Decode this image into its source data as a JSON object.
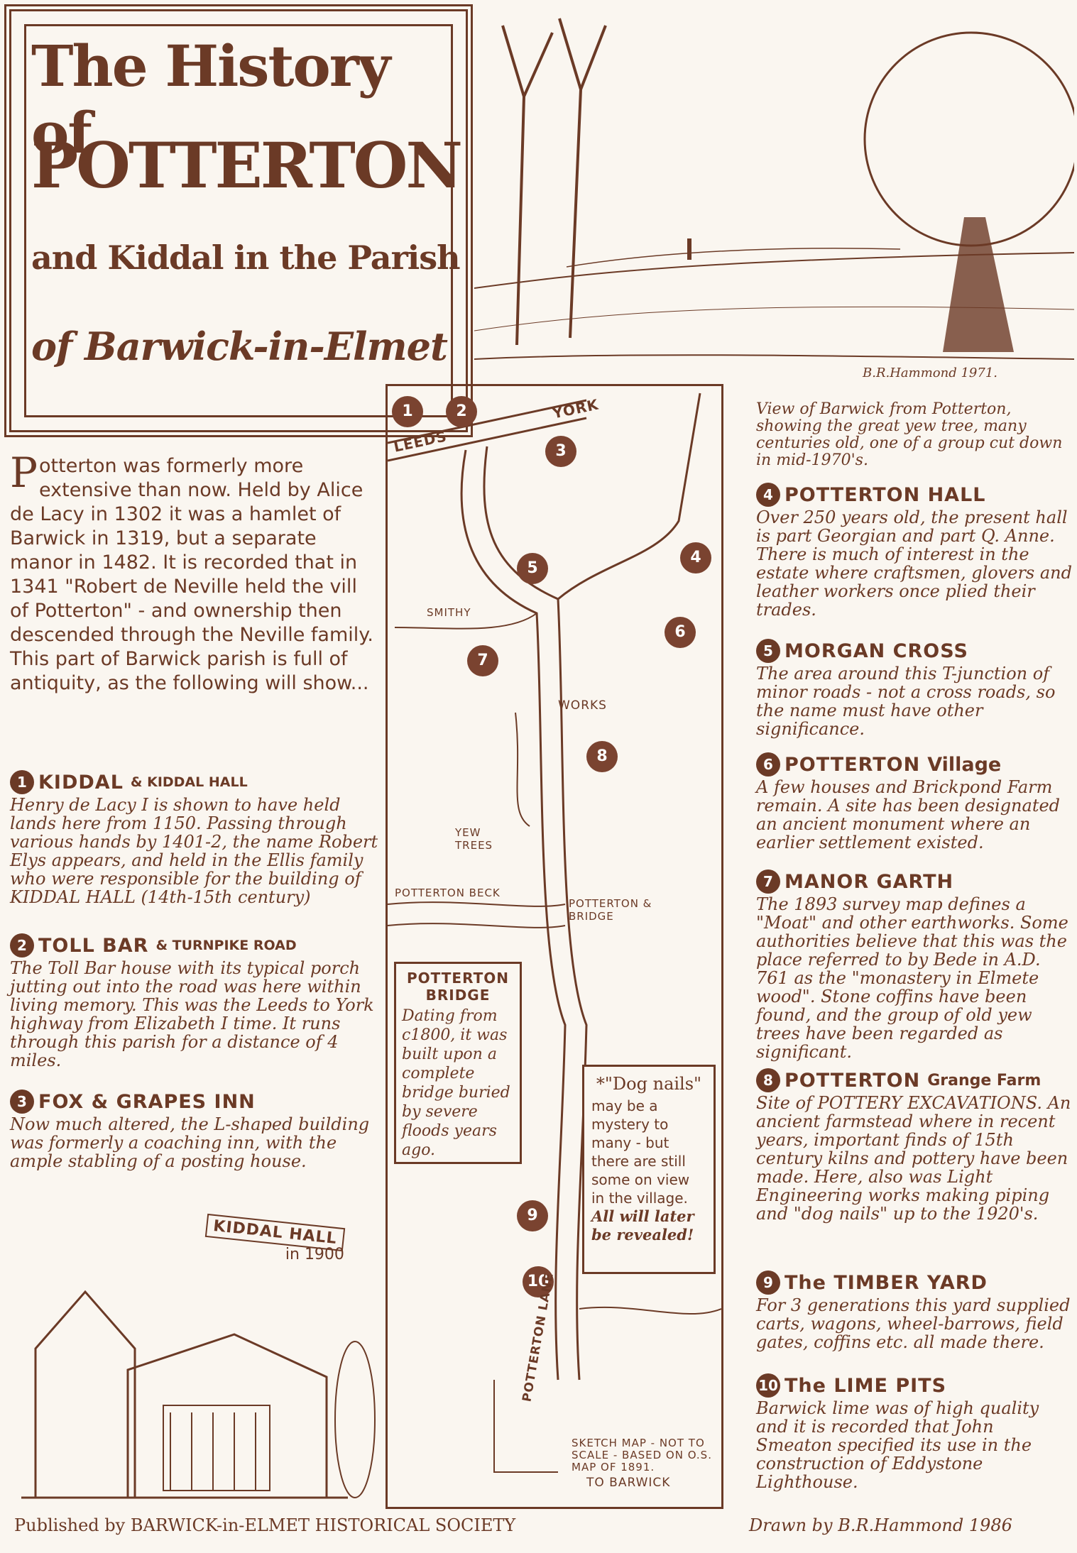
{
  "title": {
    "line1": "The History of",
    "line2": "POTTERTON",
    "line3": "and Kiddal in the Parish",
    "line4": "of Barwick-in-Elmet"
  },
  "illustration": {
    "credit": "B.R.Hammond 1971.",
    "caption": "View of Barwick from Potterton, showing the great yew tree, many centuries old, one of a group cut down in mid-1970's."
  },
  "intro": {
    "drop": "P",
    "text": "otterton was formerly more extensive than now. Held by Alice de Lacy in 1302 it was a hamlet of Barwick in 1319, but a separate manor in 1482. It is recorded that in 1341 \"Robert de Neville held the vill of Potterton\" - and ownership then descended through the Neville family. This part of Barwick parish is full of antiquity, as the following will show..."
  },
  "entries": [
    {
      "num": "1",
      "name": "KIDDAL",
      "sub": "& KIDDAL HALL",
      "body": "Henry de Lacy I is shown to have held lands here from 1150. Passing through various hands by 1401-2, the name Robert Elys appears, and held in the Ellis family who were responsible for the building of KIDDAL HALL (14th-15th century)"
    },
    {
      "num": "2",
      "name": "TOLL BAR",
      "sub": "& TURNPIKE ROAD",
      "body": "The Toll Bar house with its typical porch jutting out into the road was here within living memory. This was the Leeds to York highway from Elizabeth I time. It runs through this parish for a distance of 4 miles."
    },
    {
      "num": "3",
      "name": "FOX & GRAPES INN",
      "sub": "",
      "body": "Now much altered, the L-shaped building was formerly a coaching inn, with the ample stabling of a posting house."
    },
    {
      "num": "4",
      "name": "POTTERTON HALL",
      "sub": "",
      "body": "Over 250 years old, the present hall is part Georgian and part Q. Anne. There is much of interest in the estate where craftsmen, glovers and leather workers once plied their trades."
    },
    {
      "num": "5",
      "name": "MORGAN CROSS",
      "sub": "",
      "body": "The area around this T-junction of minor roads - not a cross roads, so the name must have other significance."
    },
    {
      "num": "6",
      "name": "POTTERTON",
      "sub": "Village",
      "body": "A few houses and Brickpond Farm remain. A site has been designated an ancient monument where an earlier settlement existed."
    },
    {
      "num": "7",
      "name": "MANOR GARTH",
      "sub": "",
      "body": "The 1893 survey map defines a \"Moat\" and other earthworks. Some authorities believe that this was the place referred to by Bede in A.D. 761 as the \"monastery in Elmete wood\". Stone coffins have been found, and the group of old yew trees have been regarded as significant."
    },
    {
      "num": "8",
      "name": "POTTERTON",
      "sub": "Grange Farm",
      "body": "Site of POTTERY EXCAVATIONS. An ancient farmstead where in recent years, important finds of 15th century kilns and pottery have been made. Here, also was Light Engineering works making piping and \"dog nails\" up to the 1920's."
    },
    {
      "num": "9",
      "name": "The TIMBER YARD",
      "sub": "",
      "body": "For 3 generations this yard supplied carts, wagons, wheel-barrows, field gates, coffins etc. all made there."
    },
    {
      "num": "10",
      "name": "The LIME PITS",
      "sub": "",
      "body": "Barwick lime was of high quality and it is recorded that John Smeaton specified its use in the construction of Eddystone Lighthouse."
    }
  ],
  "map": {
    "leeds": "LEEDS",
    "york": "YORK",
    "smithy": "SMITHY",
    "works": "WORKS",
    "yew_trees": "YEW TREES",
    "beck": "POTTERTON BECK",
    "bridge_label": "POTTERTON & BRIDGE",
    "lane": "POTTERTON LANE",
    "to_barwick": "TO BARWICK",
    "note": "SKETCH MAP - NOT TO SCALE - BASED ON O.S. MAP OF 1891."
  },
  "bridge_box": {
    "title": "POTTERTON BRIDGE",
    "body": "Dating from c1800, it was built upon a complete bridge buried by severe floods years ago."
  },
  "dog_box": {
    "title": "*\"Dog nails\"",
    "body": "may be a mystery to many - but there are still some on view in the village.",
    "reveal": "All will later be revealed!"
  },
  "kiddal_label": {
    "line1": "KIDDAL HALL",
    "line2": "in 1900"
  },
  "footer": {
    "left": "Published by BARWICK-in-ELMET HISTORICAL SOCIETY",
    "right": "Drawn by B.R.Hammond 1986"
  },
  "colors": {
    "ink": "#6b3a26",
    "paper": "#faf6f0"
  }
}
